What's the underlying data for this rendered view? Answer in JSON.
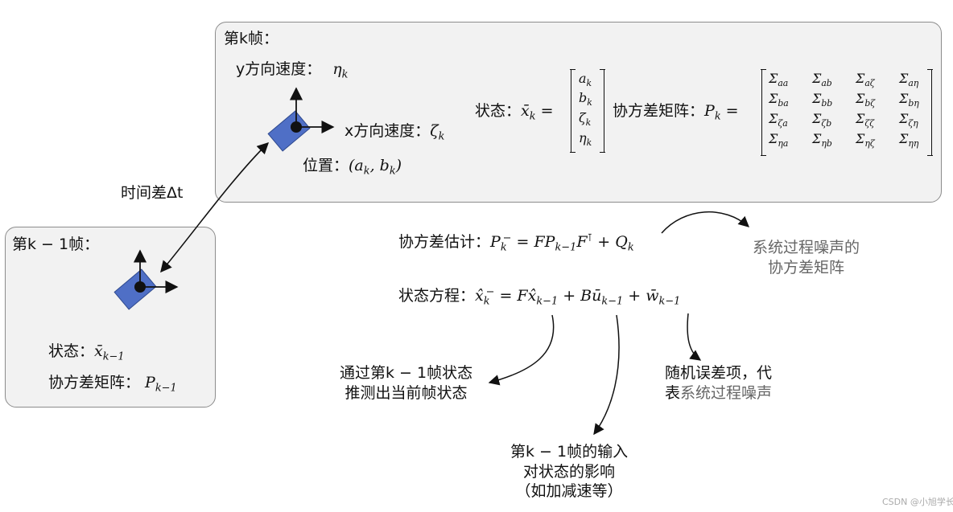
{
  "frame_k": {
    "title": "第k帧：",
    "vy_label": "y方向速度：",
    "vy_sym": "η",
    "vx_label": "x方向速度：",
    "vx_sym": "ζ",
    "pos_label": "位置：",
    "pos_value": "(a, b)",
    "state_label": "状态：",
    "state_vector": [
      "a",
      "b",
      "ζ",
      "η"
    ],
    "cov_label": "协方差矩阵：",
    "cov_matrix": [
      [
        "Σaa",
        "Σab",
        "Σaζ",
        "Σaη"
      ],
      [
        "Σba",
        "Σbb",
        "Σbζ",
        "Σbη"
      ],
      [
        "Σζa",
        "Σζb",
        "Σζζ",
        "Σζη"
      ],
      [
        "Σηa",
        "Σηb",
        "Σηζ",
        "Σηη"
      ]
    ]
  },
  "frame_k1": {
    "title": "第k − 1帧：",
    "state_label": "状态：",
    "cov_label": "协方差矩阵："
  },
  "time_diff_label": "时间差Δt",
  "cov_estimate_label": "协方差估计：",
  "state_equation_label": "状态方程：",
  "note_noise_cov": [
    "系统过程噪声的",
    "协方差矩阵"
  ],
  "note_infer": [
    "通过第k − 1帧状态",
    "推测出当前帧状态"
  ],
  "note_input": [
    "第k − 1帧的输入",
    "对状态的影响",
    "（如加减速等）"
  ],
  "note_random_line1": "随机误差项，代",
  "note_random_line2_prefix": "表",
  "note_random_line2_gray": "系统过程噪声",
  "watermark": "CSDN @小旭学长",
  "colors": {
    "panel_bg": "#f2f2f2",
    "panel_border": "#8c8c8c",
    "vehicle": "#4f6fc6",
    "vehicle_border": "#2f4a8f",
    "gray_text": "#666666"
  }
}
